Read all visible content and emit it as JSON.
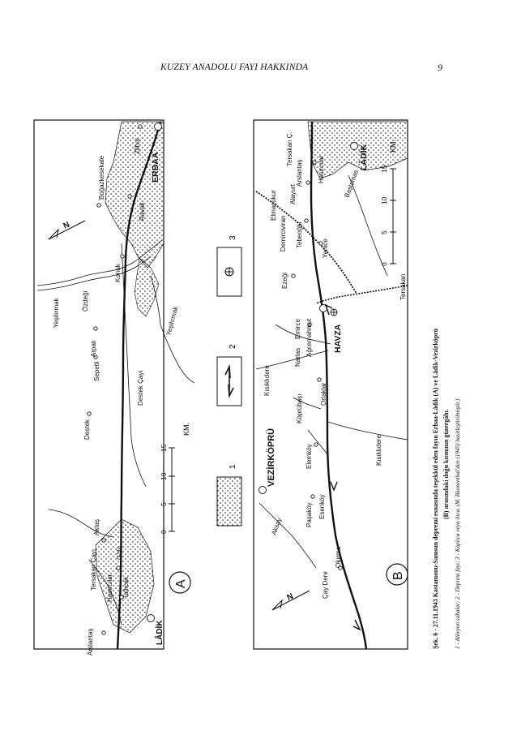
{
  "header": {
    "title": "KUZEY ANADOLU FAYI HAKKINDA",
    "page_number": "9"
  },
  "map_a": {
    "label": "A",
    "places": {
      "ladik": "LÂDİK",
      "erbaa": "ERBAA",
      "arslantas": "Arslantaş",
      "tersakan_cayi": "Tersakan Çayı",
      "hasircilar": "Hasırcılar",
      "tatlicak": "Tatlıcak",
      "tatlicak_gol": "Gölü",
      "aktas": "Aktaş",
      "destek": "Destek",
      "destek_cayi": "Destek Çayı",
      "sepetli": "Sepetli",
      "arpali": "Arpalı",
      "ozdegi": "Özdeği",
      "yesilirmak_upper": "Yeşilırmak",
      "yesilirmak_lower": "Yeşilırmak",
      "konuk": "Konuk",
      "bogazkesekale": "Boğazkesekale",
      "ravak": "Ravak",
      "zilhor": "Zilhor"
    },
    "scale": {
      "ticks": [
        "0",
        "5",
        "10",
        "15"
      ],
      "unit": "KM."
    }
  },
  "map_b": {
    "label": "B",
    "places": {
      "vezirkopru": "VEZİRKÖPRÜ",
      "havza": "HAVZA",
      "ladik": "LÂDİK",
      "aksay": "Aksay",
      "pasakoy": "Paşaköy",
      "esenkoy": "Esenköy",
      "cay_dere": "Çay Dere",
      "okirma": "Okırma",
      "elemkoy": "Elemköy",
      "koprubasi": "Köprübaşı",
      "ortaklar": "Ortaklar",
      "narlas": "Narlas",
      "agcemahmut": "Ağcemahmut",
      "emirce": "Emirce",
      "kisikli_dere_upper": "Kısıklıdere",
      "kisikli_dere_lower": "Kısıklıdere",
      "ezegi": "Ezeği",
      "tersakan_lower": "Tersakan",
      "tebeoglu": "Tebeoğlu",
      "demirciviran": "Demirciviran",
      "elmacukur": "Elmaçukur",
      "yenice": "Yenice",
      "bastamas": "Baştamas",
      "arslantas": "Arslantaş",
      "alayurt": "Alayurt",
      "hasircilar": "Hasırcılar",
      "tersakan_c": "Tersakan Ç."
    },
    "scale": {
      "ticks": [
        "0",
        "5",
        "10",
        "15"
      ],
      "unit": "KM."
    }
  },
  "legend": {
    "items": [
      {
        "num": "1",
        "symbol": "dotted-box"
      },
      {
        "num": "2",
        "symbol": "fault-box"
      },
      {
        "num": "3",
        "symbol": "spa-box"
      }
    ]
  },
  "caption": {
    "line1": "Şek. 6 - 27.11.1943 Kastamonu-Samsun depremi esnasında teşekkül eden fayın Erbaa-Lâdik (A) ve Lâdik-Vezirköprü",
    "line2": "(B) arasındaki doğu kısmının güzergâhı.",
    "line3": "1 - Alüvyon sahalar; 2 - Deprem fayı; 3 - Kaplıca veya ılıca. (M. Blumenthal'den (1945) basitleştirilmiştir.)"
  },
  "colors": {
    "ink": "#111111",
    "paper": "#ffffff"
  }
}
